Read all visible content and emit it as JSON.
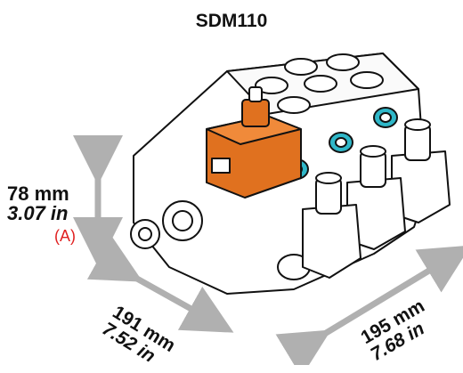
{
  "title": "SDM110",
  "dimensions": {
    "height": {
      "mm": "78 mm",
      "in": "3.07 in",
      "ref": "(A)"
    },
    "depth": {
      "mm": "191 mm",
      "in": "7.52 in"
    },
    "width": {
      "mm": "195 mm",
      "in": "7.68 in"
    }
  },
  "colors": {
    "arrow": "#b0b0b0",
    "solenoid": "#e0711f",
    "port_ring": "#2fb7c8",
    "outline": "#111111",
    "body": "#ffffff",
    "ref_label": "#e02020"
  }
}
